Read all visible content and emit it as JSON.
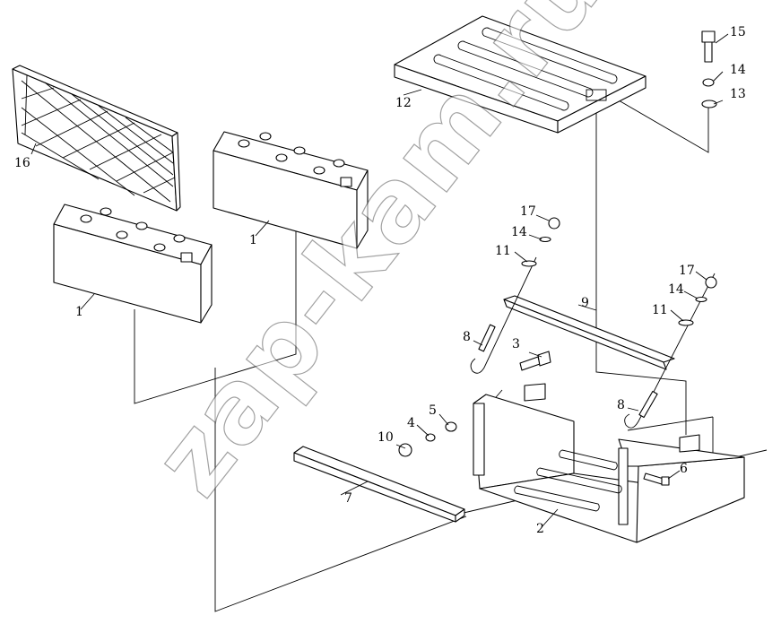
{
  "watermark": "zap-kam.ru",
  "callouts": {
    "c1a": "1",
    "c1b": "1",
    "c2": "2",
    "c3": "3",
    "c4": "4",
    "c5": "5",
    "c6": "6",
    "c7": "7",
    "c8a": "8",
    "c8b": "8",
    "c9": "9",
    "c10": "10",
    "c11a": "11",
    "c11b": "11",
    "c12": "12",
    "c13": "13",
    "c14a": "14",
    "c14b": "14",
    "c14c": "14",
    "c15": "15",
    "c16": "16",
    "c17a": "17",
    "c17b": "17"
  }
}
